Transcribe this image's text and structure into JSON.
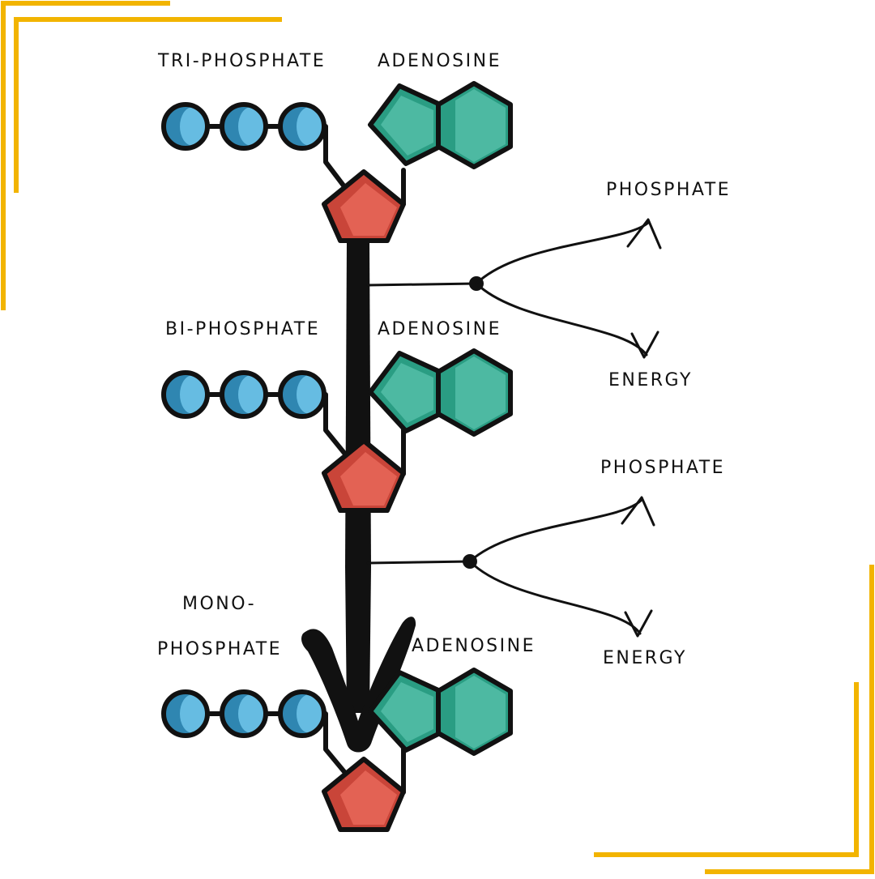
{
  "labels": {
    "row1_phosphate": "TRI-PHOSPHATE",
    "row1_adenosine": "ADENOSINE",
    "row2_phosphate": "BI-PHOSPHATE",
    "row2_adenosine": "ADENOSINE",
    "row3_phosphate_line1": "MONO-",
    "row3_phosphate_line2": "PHOSPHATE",
    "row3_adenosine": "ADENOSINE",
    "release1_phosphate": "PHOSPHATE",
    "release1_energy": "ENERGY",
    "release2_phosphate": "PHOSPHATE",
    "release2_energy": "ENERGY"
  },
  "colors": {
    "frame": "#F2B400",
    "phosphate_light": "#66BCE2",
    "phosphate_dark": "#2F86B1",
    "adenine_light": "#4DB9A2",
    "adenine_dark": "#2A9D83",
    "ribose_light": "#E36254",
    "ribose_dark": "#C94539",
    "ink": "#111111"
  }
}
